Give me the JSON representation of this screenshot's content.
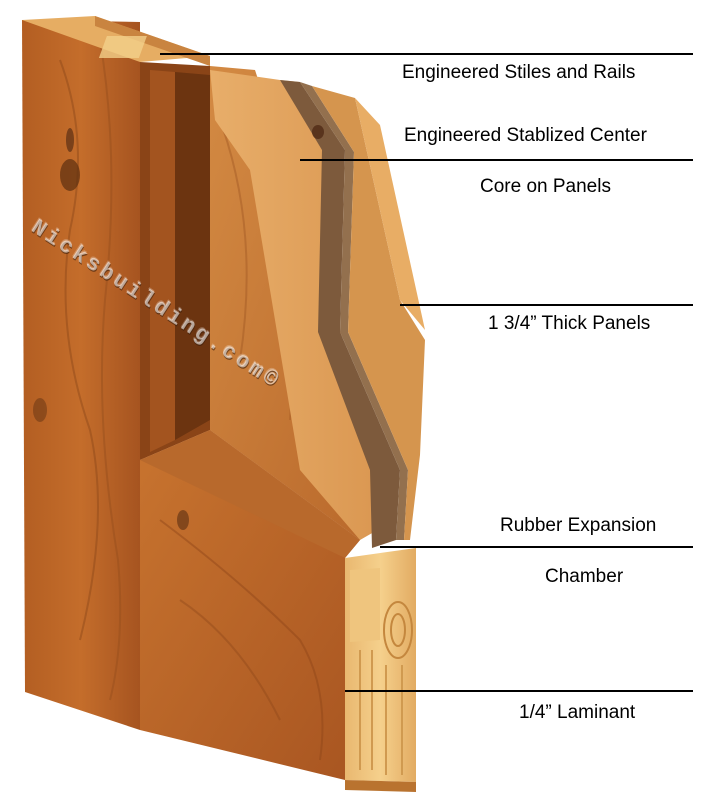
{
  "watermark": "Nicksbuilding.com©",
  "callouts": [
    {
      "id": "stiles",
      "lines": [
        "Engineered Stiles and Rails"
      ]
    },
    {
      "id": "center",
      "lines": [
        "Engineered Stablized Center",
        "Core on Panels"
      ]
    },
    {
      "id": "panels",
      "lines": [
        "1 3/4” Thick Panels"
      ]
    },
    {
      "id": "rubber",
      "lines": [
        "Rubber Expansion",
        "Chamber"
      ]
    },
    {
      "id": "laminant",
      "lines": [
        "1/4” Laminant"
      ]
    }
  ],
  "colors": {
    "wood_dark": "#a8571f",
    "wood_mid": "#c8762f",
    "wood_light": "#e3a65e",
    "end_grain": "#f2c77e",
    "core": "#7d5a3c"
  }
}
